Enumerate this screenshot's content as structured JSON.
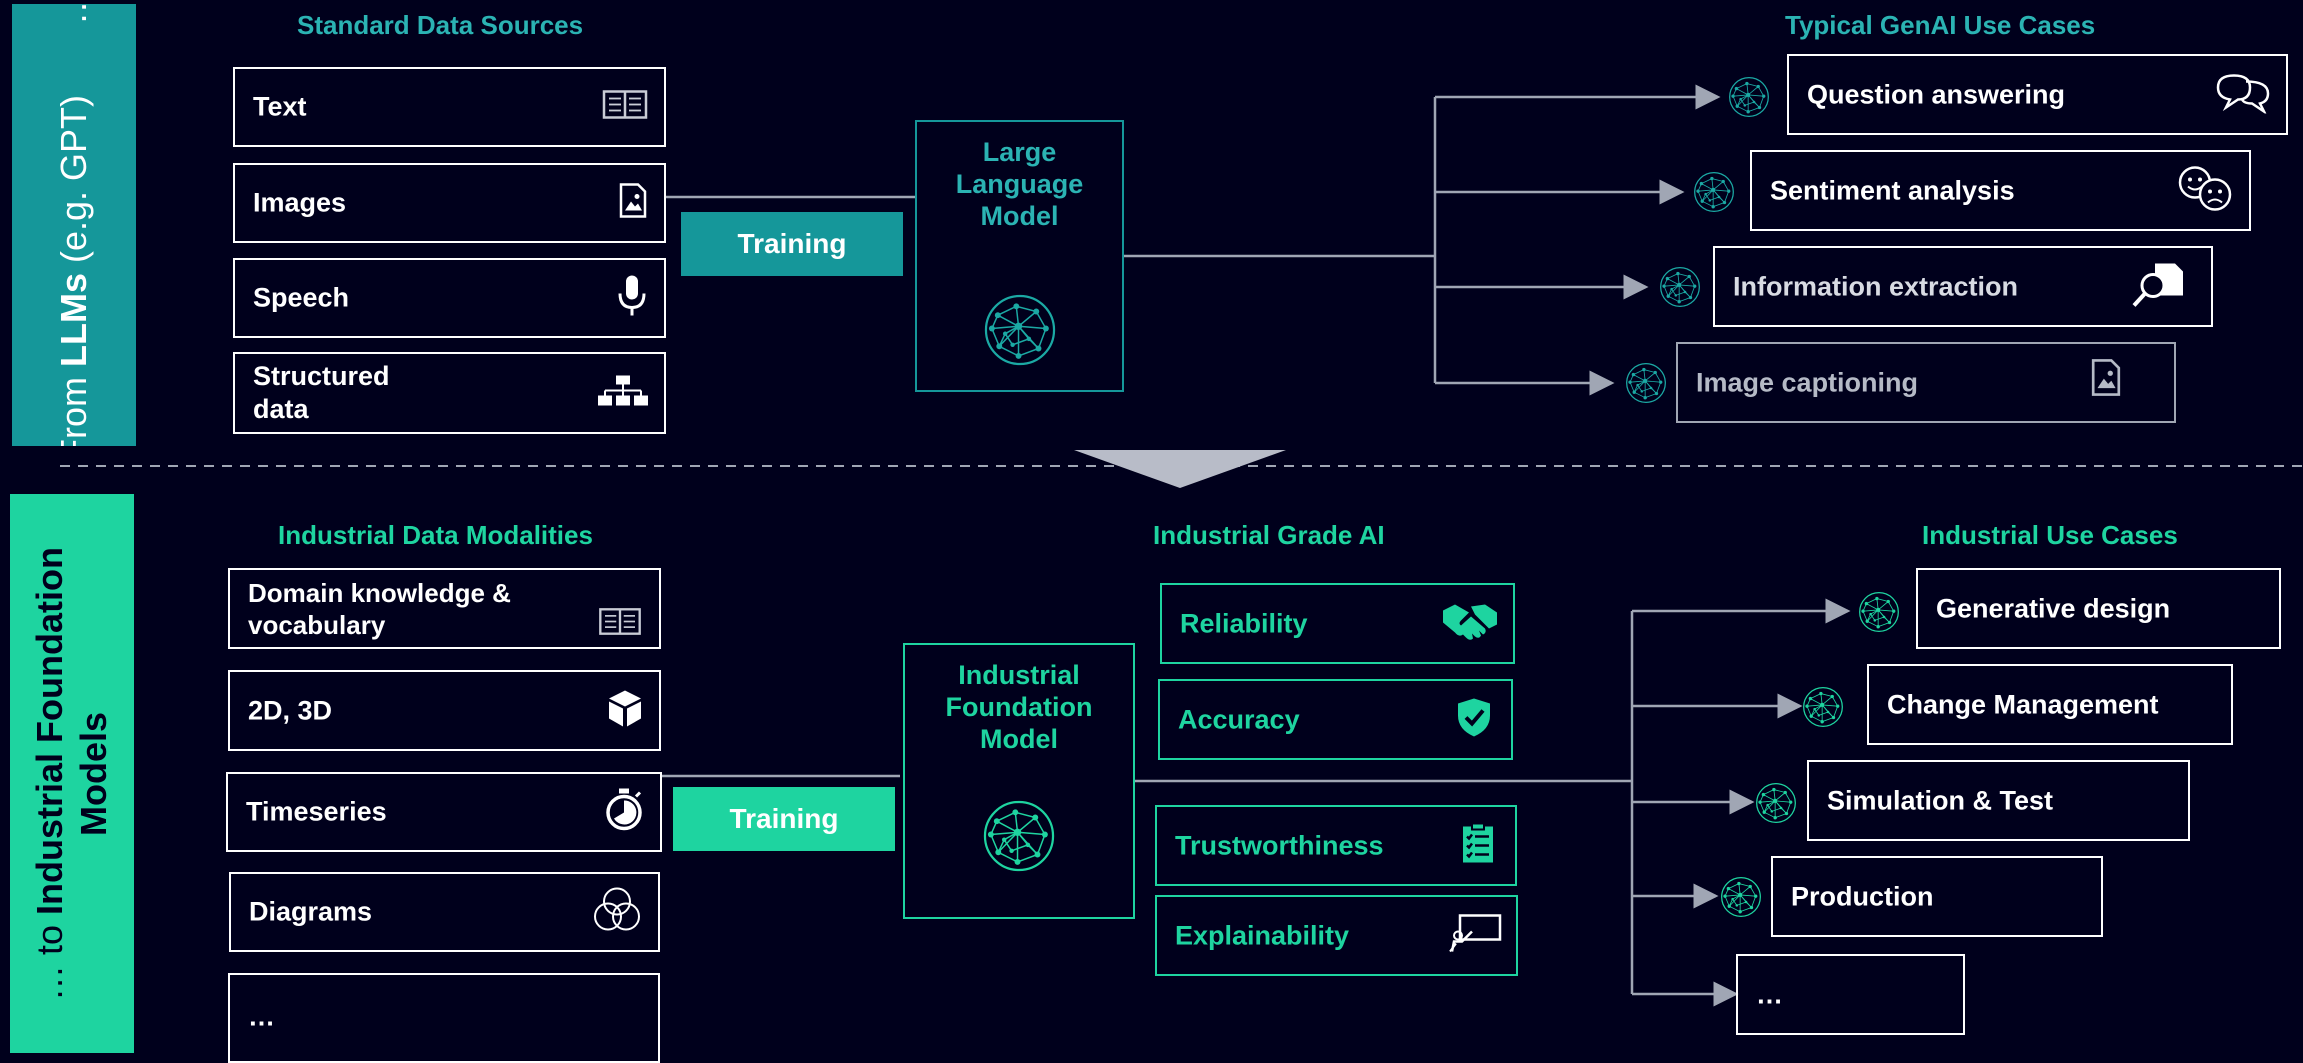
{
  "colors": {
    "background": "#00001c",
    "teal": "#15979a",
    "mint": "#1ed4a0",
    "top_header": "#2bb3b3",
    "grey": "#a0a6b4"
  },
  "top": {
    "side_label_prefix": "From ",
    "side_label_bold": "LLMs",
    "side_label_suffix": " (e.g. GPT)",
    "side_label_dots": "…",
    "sources_header": "Standard Data Sources",
    "sources": [
      {
        "label": "Text",
        "icon": "book-icon"
      },
      {
        "label": "Images",
        "icon": "image-file-icon"
      },
      {
        "label": "Speech",
        "icon": "microphone-icon"
      },
      {
        "label": "Structured data",
        "icon": "hierarchy-icon"
      }
    ],
    "training_label": "Training",
    "model_label": "Large Language Model",
    "model_icon": "neural-globe-icon",
    "use_cases_header": "Typical GenAI Use Cases",
    "use_cases": [
      {
        "label": "Question answering",
        "icon": "chat-bubbles-icon"
      },
      {
        "label": "Sentiment analysis",
        "icon": "sentiment-faces-icon"
      },
      {
        "label": "Information extraction",
        "icon": "document-search-icon"
      },
      {
        "label": "Image captioning",
        "icon": "image-file-icon"
      }
    ]
  },
  "bottom": {
    "side_label_prefix": "… to ",
    "side_label_bold": "Industrial Foundation Models",
    "modalities_header": "Industrial Data Modalities",
    "modalities": [
      {
        "label": "Domain knowledge & vocabulary",
        "icon": "book-icon"
      },
      {
        "label": "2D, 3D",
        "icon": "cube-icon"
      },
      {
        "label": "Timeseries",
        "icon": "stopwatch-icon"
      },
      {
        "label": "Diagrams",
        "icon": "venn-diagram-icon"
      },
      {
        "label": "…",
        "icon": ""
      }
    ],
    "training_label": "Training",
    "model_label": "Industrial Foundation Model",
    "model_icon": "neural-globe-icon",
    "grade_header": "Industrial Grade AI",
    "grade_items": [
      {
        "label": "Reliability",
        "icon": "handshake-icon"
      },
      {
        "label": "Accuracy",
        "icon": "shield-check-icon"
      },
      {
        "label": "Trustworthiness",
        "icon": "checklist-icon"
      },
      {
        "label": "Explainability",
        "icon": "presentation-icon"
      }
    ],
    "use_cases_header": "Industrial Use Cases",
    "use_cases": [
      {
        "label": "Generative design"
      },
      {
        "label": "Change Management"
      },
      {
        "label": "Simulation & Test"
      },
      {
        "label": "Production"
      },
      {
        "label": "…"
      }
    ]
  }
}
